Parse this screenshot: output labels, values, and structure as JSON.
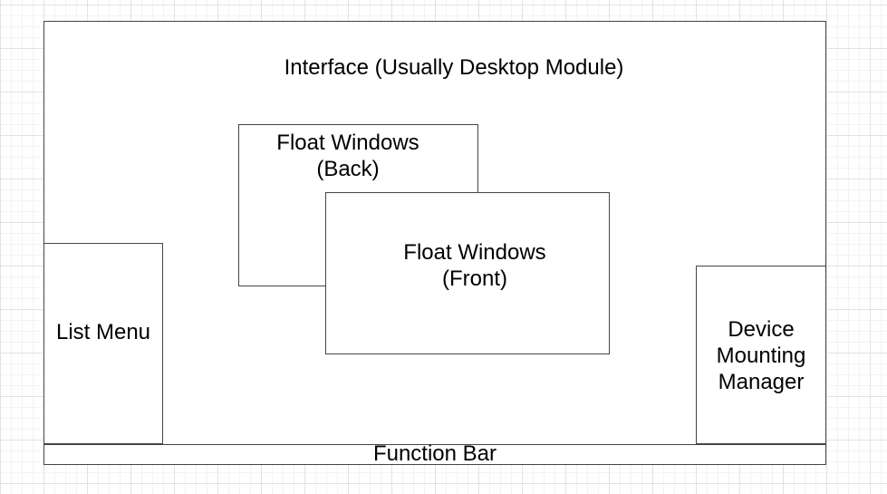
{
  "canvas": {
    "background_color": "#ffffff",
    "grid_minor_color": "#f3f3f3",
    "grid_major_color": "#e2e2e2",
    "shape_fill_color": "#ffffff",
    "shape_stroke_color": "#454545",
    "text_color": "#000000"
  },
  "diagram": {
    "nodes": [
      {
        "id": "interface",
        "label": "Interface (Usually Desktop Module)"
      },
      {
        "id": "float-windows-back",
        "label": "Float Windows\n(Back)"
      },
      {
        "id": "float-windows-front",
        "label": "Float Windows\n(Front)"
      },
      {
        "id": "list-menu",
        "label": "List Menu"
      },
      {
        "id": "device-mounting-manager",
        "label": "Device\nMounting\nManager"
      },
      {
        "id": "function-bar",
        "label": "Function Bar"
      }
    ]
  }
}
